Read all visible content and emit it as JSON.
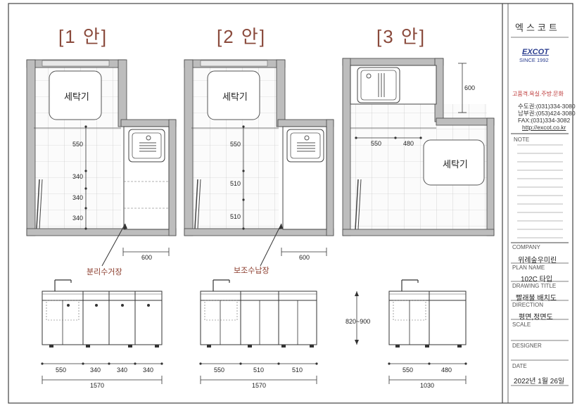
{
  "options": [
    {
      "heading": "[1 안]",
      "room_label": "세탁기",
      "plan_dims": [
        "550",
        "340",
        "340",
        "340"
      ],
      "width_dim": "600",
      "callout": "분리수거장",
      "elev_dims": [
        "550",
        "340",
        "340",
        "340"
      ],
      "total": "1570"
    },
    {
      "heading": "[2 안]",
      "room_label": "세탁기",
      "plan_dims": [
        "550",
        "510",
        "510"
      ],
      "width_dim": "600",
      "callout": "보조수납장",
      "elev_dims": [
        "550",
        "510",
        "510"
      ],
      "total": "1570"
    },
    {
      "heading": "[3 안]",
      "room_label": "세탁기",
      "depth_dim": "600",
      "plan_dims": [
        "550",
        "480"
      ],
      "elev_dims": [
        "550",
        "480"
      ],
      "total": "1030"
    }
  ],
  "height_dim": "820~900",
  "title_block": {
    "company_name": "엑스코트",
    "logo": "EXCOT",
    "since": "SINCE 1992",
    "business": "고품격.욕실.주방.문화",
    "contacts": [
      "수도권:(031)334-3080",
      "남부권:(053)424-3080",
      "FAX:(031)334-3082",
      "http://excot.co.kr"
    ],
    "note_label": "NOTE",
    "fields": [
      {
        "label": "COMPANY",
        "value": "위례숲우미린"
      },
      {
        "label": "PLAN NAME",
        "value": "102C 타입"
      },
      {
        "label": "DRAWING TITLE",
        "value": "빨래불 배치도"
      },
      {
        "label": "DIRECTION",
        "value": "평면,정면도"
      },
      {
        "label": "SCALE",
        "value": ""
      },
      {
        "label": "DESIGNER",
        "value": ""
      },
      {
        "label": "DATE",
        "value": "2022년 1월 26일"
      }
    ]
  }
}
